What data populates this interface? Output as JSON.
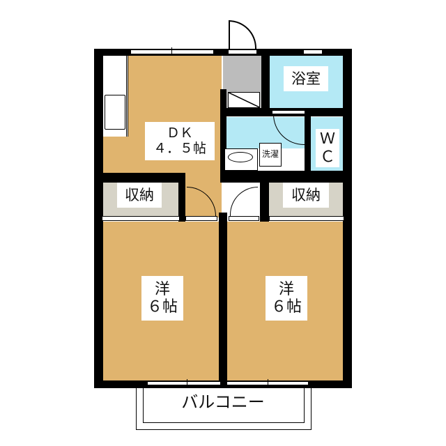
{
  "floorplan": {
    "rooms": {
      "dk": {
        "name": "ＤＫ",
        "size": "４．５帖"
      },
      "bath": {
        "name": "浴室"
      },
      "wc": {
        "line1": "Ｗ",
        "line2": "Ｃ"
      },
      "laundry": {
        "name": "洗濯"
      },
      "storage_left": {
        "name": "収納"
      },
      "storage_right": {
        "name": "収納"
      },
      "western_left": {
        "name": "洋",
        "size": "６帖"
      },
      "western_right": {
        "name": "洋",
        "size": "６帖"
      },
      "balcony": {
        "name": "バルコニー"
      }
    },
    "colors": {
      "wall": "#000000",
      "wood_floor": "#e0b46e",
      "wet_area": "#b4e9f5",
      "entrance": "#bcbcbc",
      "closet": "#d6d3c7"
    }
  }
}
